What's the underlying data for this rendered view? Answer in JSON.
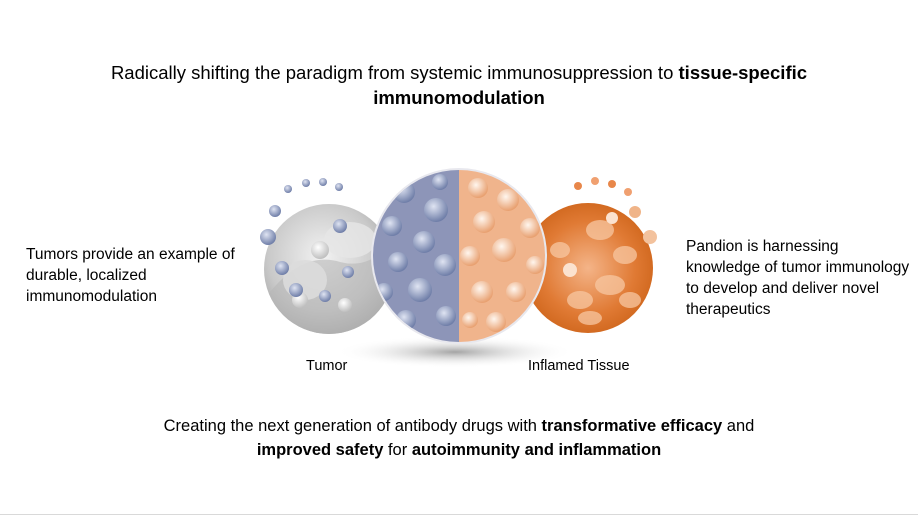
{
  "headline": {
    "part1": "Radically shifting the paradigm from systemic immunosuppression to ",
    "bold": "tissue-specific immunomodulation"
  },
  "left_text": "Tumors provide an example of durable, localized immunomodulation",
  "right_text": "Pandion is harnessing knowledge of tumor immunology to develop and deliver novel therapeutics",
  "captions": {
    "tumor": "Tumor",
    "inflamed": "Inflamed Tissue"
  },
  "footer": {
    "part1": "Creating the next generation of antibody drugs with ",
    "bold1": "transformative efficacy",
    "part2": " and ",
    "bold2": "improved safety",
    "part3": " for ",
    "bold3": "autoimmunity and inflammation"
  },
  "colors": {
    "tumor_gray": "#c8c8c8",
    "center_blue": "#8d95b8",
    "center_peach": "#f0b48c",
    "inflamed_orange": "#d96a1e",
    "dot_blue": "#7f8fb8",
    "dot_orange": "#e8874a"
  }
}
